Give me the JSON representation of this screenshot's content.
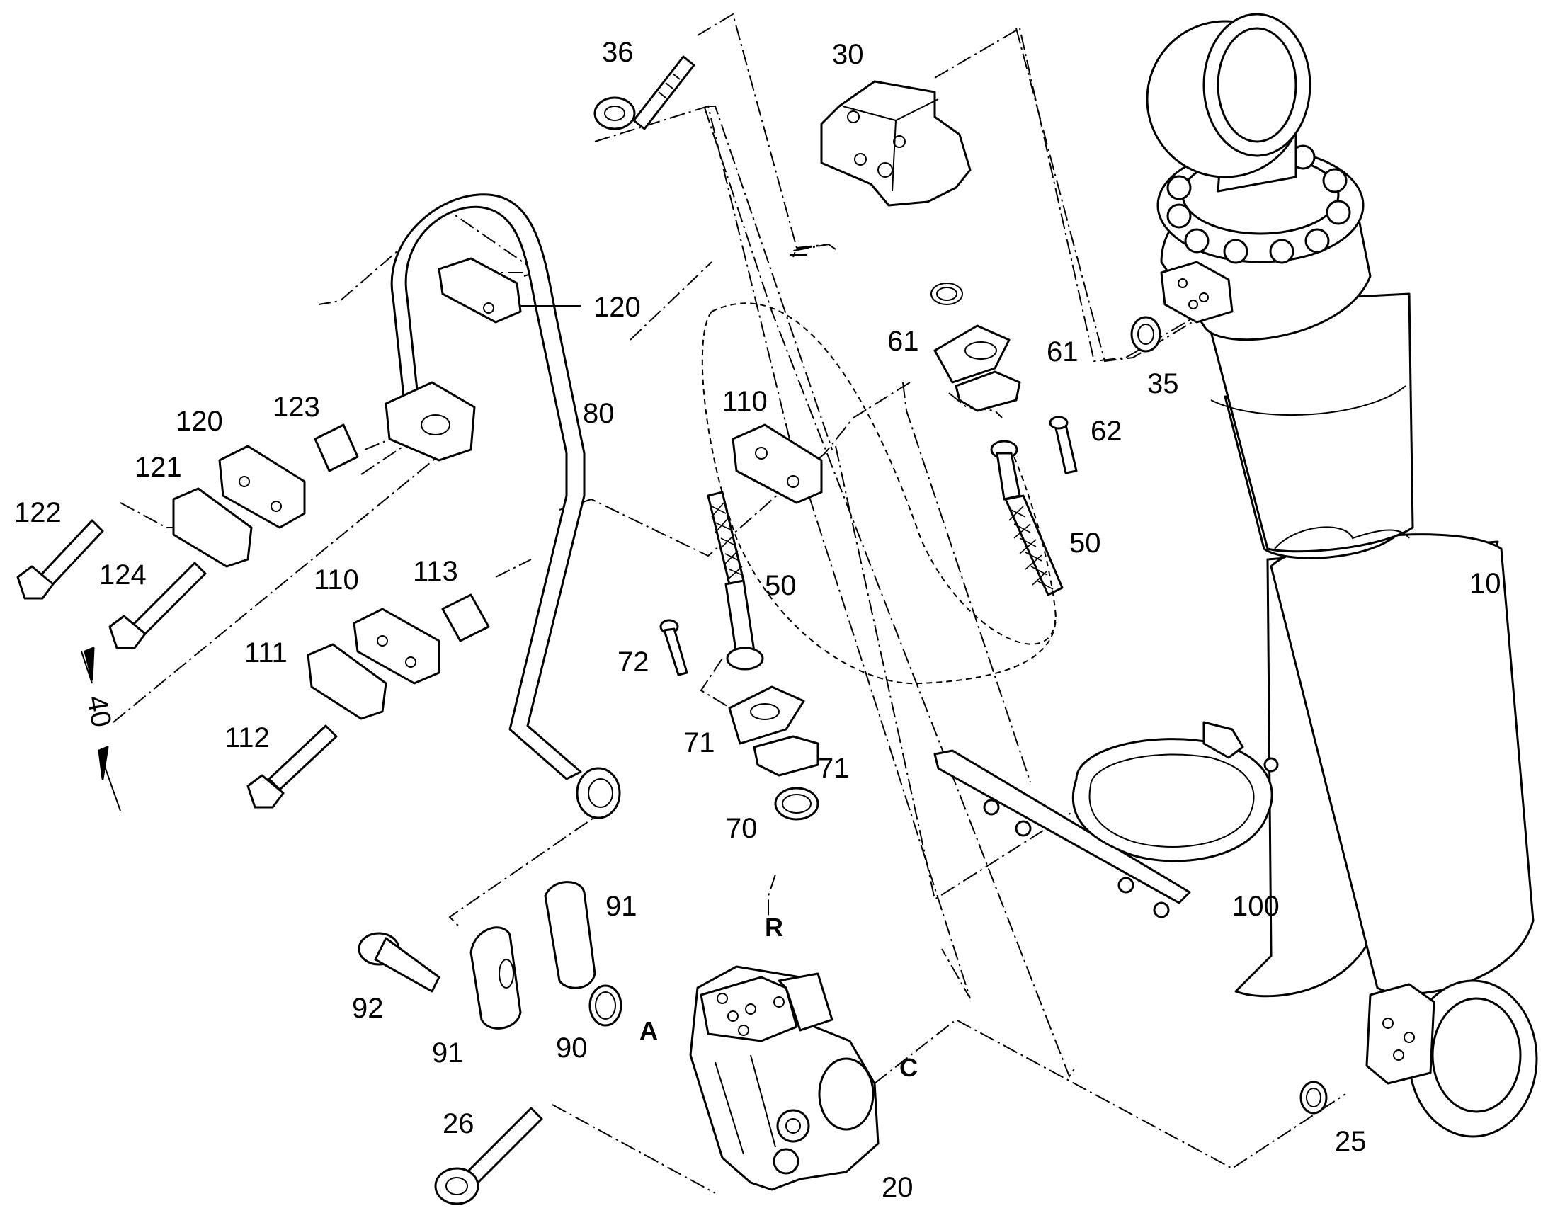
{
  "labels": {
    "p10": "10",
    "p20": "20",
    "p25": "25",
    "p26": "26",
    "p30": "30",
    "p35": "35",
    "p36": "36",
    "p50a": "50",
    "p50b": "50",
    "p61a": "61",
    "p61b": "61",
    "p62": "62",
    "p70": "70",
    "p71a": "71",
    "p71b": "71",
    "p72": "72",
    "p80": "80",
    "p90": "90",
    "p91a": "91",
    "p91b": "91",
    "p92": "92",
    "p100": "100",
    "p110a": "110",
    "p110b": "110",
    "p111": "111",
    "p112": "112",
    "p113": "113",
    "p120a": "120",
    "p120b": "120",
    "p121": "121",
    "p122": "122",
    "p123": "123",
    "p124": "124",
    "dim40": "40",
    "portR": "R",
    "portA": "A",
    "portC": "C"
  }
}
